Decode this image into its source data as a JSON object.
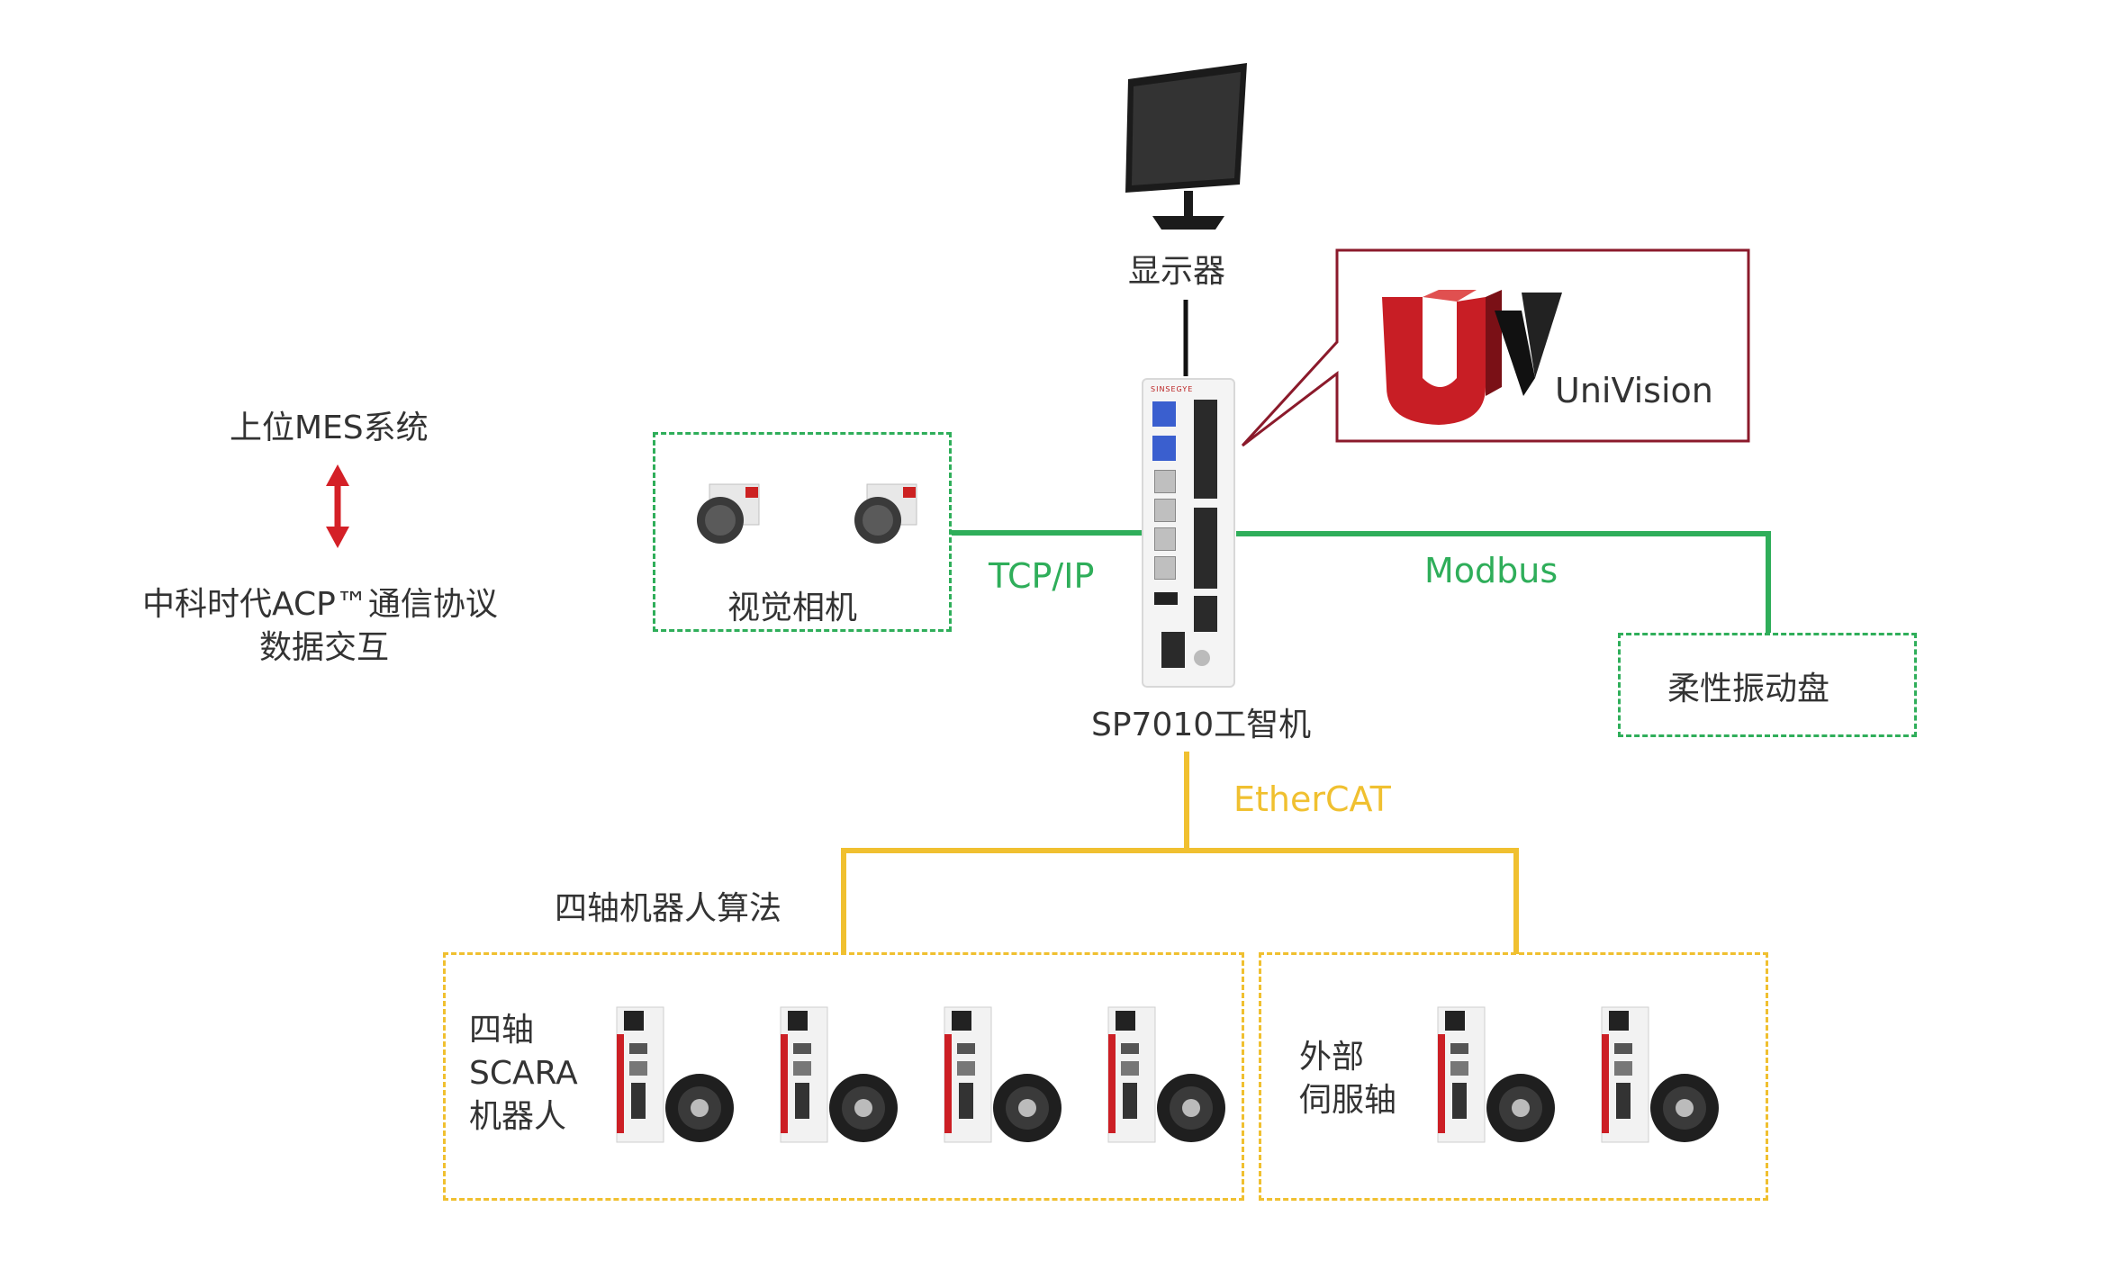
{
  "mes": {
    "title": "上位MES系统",
    "protocol_line1": "中科时代ACP™通信协议",
    "protocol_line2": "数据交互"
  },
  "display": {
    "label": "显示器"
  },
  "controller": {
    "label": "SP7010工智机",
    "brand": "SINSEGYE"
  },
  "univision": {
    "label": "UniVision"
  },
  "camera": {
    "label": "视觉相机"
  },
  "feeder": {
    "label": "柔性振动盘"
  },
  "links": {
    "tcp": "TCP/IP",
    "modbus": "Modbus",
    "ethercat": "EtherCAT"
  },
  "algorithm": {
    "label": "四轴机器人算法"
  },
  "scara": {
    "line1": "四轴",
    "line2": "SCARA",
    "line3": "机器人"
  },
  "external": {
    "line1": "外部",
    "line2": "伺服轴"
  },
  "colors": {
    "green": "#2fae5a",
    "yellow": "#f0c030",
    "red": "#d42027",
    "callout_border": "#8b1a2b"
  }
}
